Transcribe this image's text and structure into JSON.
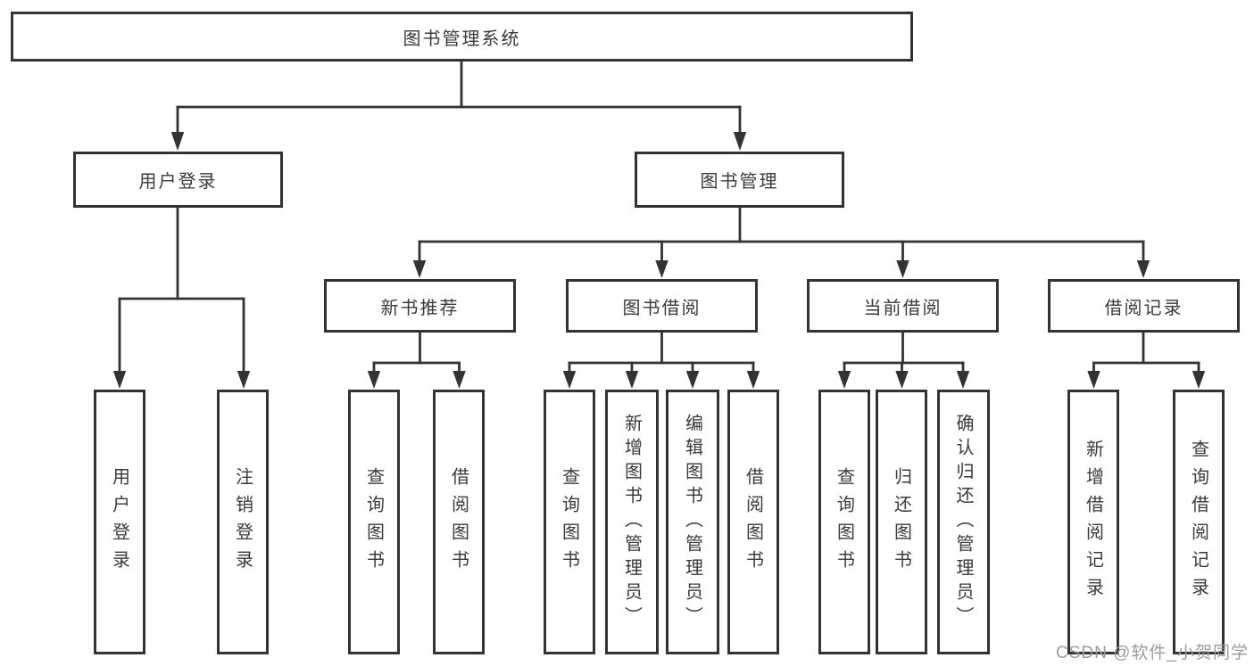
{
  "diagram": {
    "root": {
      "label": "图书管理系统"
    },
    "level2": {
      "user_login": {
        "label": "用户登录"
      },
      "book_management": {
        "label": "图书管理"
      }
    },
    "level3": {
      "new_book_recommend": {
        "label": "新书推荐"
      },
      "book_borrow": {
        "label": "图书借阅"
      },
      "current_borrow": {
        "label": "当前借阅"
      },
      "borrow_records": {
        "label": "借阅记录"
      }
    },
    "leaves": {
      "user_login": {
        "label": "用户登录"
      },
      "logout": {
        "label": "注销登录"
      },
      "nb_query_books": {
        "label": "查询图书"
      },
      "nb_borrow_books": {
        "label": "借阅图书"
      },
      "bb_query_books": {
        "label": "查询图书"
      },
      "bb_add_book_admin": {
        "label": "新增图书（管理员）"
      },
      "bb_edit_book_admin": {
        "label": "编辑图书（管理员）"
      },
      "bb_borrow_books": {
        "label": "借阅图书"
      },
      "cb_query_books": {
        "label": "查询图书"
      },
      "cb_return_books": {
        "label": "归还图书"
      },
      "cb_confirm_return_admin": {
        "label": "确认归还（管理员）"
      },
      "br_add_record": {
        "label": "新增借阅记录"
      },
      "br_query_record": {
        "label": "查询借阅记录"
      }
    }
  },
  "watermark": {
    "text": "CSDN @软件_小贺同学"
  },
  "colors": {
    "line": "#333333",
    "text": "#3a3a3a",
    "box_fill": "#ffffff",
    "watermark": "#9b9b9b",
    "background": "#ffffff"
  }
}
